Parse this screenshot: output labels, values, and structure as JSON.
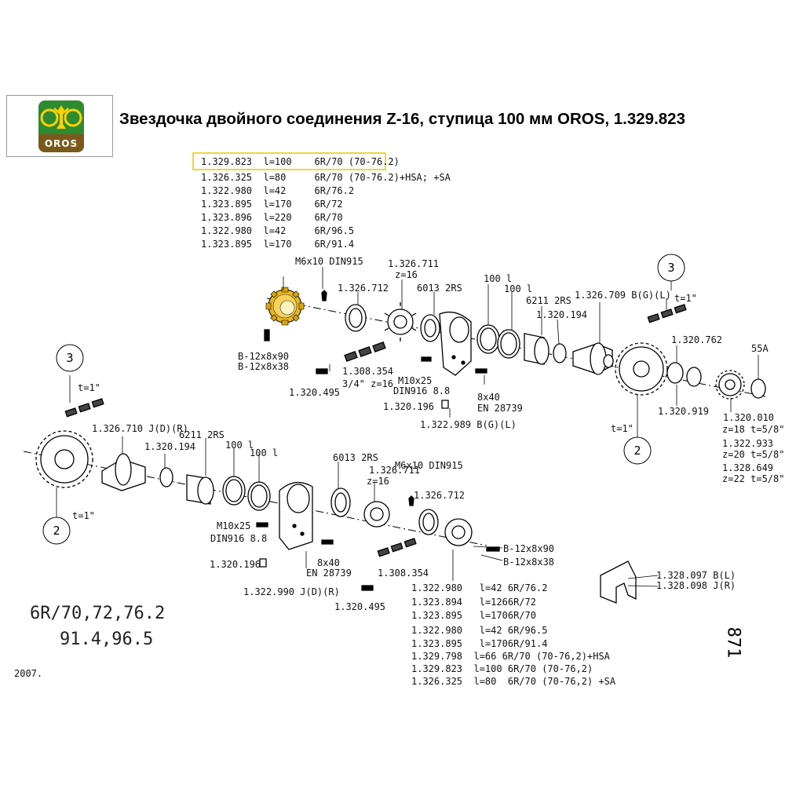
{
  "title": "Звездочка двойного соединения Z-16, ступица 100 мм OROS, 1.329.823",
  "logo": {
    "text": "OROS",
    "colors": {
      "top": "#2e8b30",
      "bottom": "#7a5a1c",
      "accent": "#ffd200"
    }
  },
  "highlight_color": "#f2d43a",
  "top_table": [
    {
      "code": "1.329.823",
      "length": "l=100",
      "spec": "6R/70 (70-76.2)"
    },
    {
      "code": "1.326.325",
      "length": "l=80",
      "spec": "6R/70 (70-76.2)+HSA; +SA"
    },
    {
      "code": "1.322.980",
      "length": "l=42",
      "spec": "6R/76.2"
    },
    {
      "code": "1.323.895",
      "length": "l=170",
      "spec": "6R/72"
    },
    {
      "code": "1.323.896",
      "length": "l=220",
      "spec": "6R/70"
    },
    {
      "code": "1.322.980",
      "length": "l=42",
      "spec": "6R/96.5"
    },
    {
      "code": "1.323.895",
      "length": "l=170",
      "spec": "6R/91.4"
    }
  ],
  "bottom_table": [
    {
      "code": "1.322.980",
      "length": "l=42",
      "spec": "6R/76.2"
    },
    {
      "code": "1.323.894",
      "length": "l=126",
      "spec": "6R/72"
    },
    {
      "code": "1.323.895",
      "length": "l=170",
      "spec": "6R/70"
    },
    {
      "code": "1.322.980",
      "length": "l=42",
      "spec": "6R/96.5"
    },
    {
      "code": "1.323.895",
      "length": "l=170",
      "spec": "6R/91.4"
    },
    {
      "code": "1.329.798",
      "length": "l=66",
      "spec": "6R/70 (70-76,2)+HSA"
    },
    {
      "code": "1.329.823",
      "length": "l=100",
      "spec": "6R/70 (70-76,2)"
    },
    {
      "code": "1.326.325",
      "length": "l=80",
      "spec": "6R/70 (70-76,2) +SA"
    }
  ],
  "labels": {
    "m6_top": "M6x10 DIN915",
    "p1326712_top": "1.326.712",
    "p1326711_top": "1.326.711",
    "z16_top": "z=16",
    "b6013_top": "6013 2RS",
    "l100_a": "100 l",
    "l100_b": "100 l",
    "b6211_top": "6211 2RS",
    "p1326709": "1.326.709 B(G)(L)",
    "p1320194_top": "1.320.194",
    "p1320762": "1.320.762",
    "t1_top_right": "t=1\"",
    "p55a": "55A",
    "key_b1": "B-12x8x90",
    "key_b2": "B-12x8x38",
    "p1308354_top": "1.308.354",
    "p1308354_top_sub": "3/4\" z=16",
    "p1320495_top": "1.320.495",
    "m10_top": "M10x25",
    "din916_top": "DIN916 8.8",
    "p1320196_top": "1.320.196",
    "pin8x40_top": "8x40",
    "en28739_top": "EN 28739",
    "p1322989": "1.322.989 B(G)(L)",
    "p1320919": "1.320.919",
    "t1_center": "t=1\"",
    "p1320010": "1.320.010",
    "z18": "z=18 t=5/8\"",
    "p1322933": "1.322.933",
    "z20": "z=20 t=5/8\"",
    "p1328649": "1.328.649",
    "z22": "z=22 t=5/8\"",
    "t1_left_top": "t=1\"",
    "p1326710": "1.326.710 J(D)(R)",
    "b6211_bottom": "6211 2RS",
    "p1320194_bottom": "1.320.194",
    "l100_c": "100 l",
    "l100_d": "100 l",
    "b6013_bottom": "6013 2RS",
    "p1326711_bottom": "1.326.711",
    "z16_bottom": "z=16",
    "m6_bottom": "M6x10 DIN915",
    "p1326712_bottom": "1.326.712",
    "t1_left_bottom": "t=1\"",
    "m10_bottom": "M10x25",
    "din916_bottom": "DIN916 8.8",
    "p1320196_bottom": "1.320.196",
    "pin8x40_bottom": "8x40",
    "en28739_bottom": "EN 28739",
    "p1308354_bottom": "1.308.354",
    "key_b3": "B-12x8x90",
    "key_b4": "B-12x8x38",
    "p1322990": "1.322.990 J(D)(R)",
    "p1320495_bottom": "1.320.495",
    "p1328097": "1.328.097 B(L)",
    "p1328098": "1.328.098 J(R)",
    "circle_3_right": "3",
    "circle_2_right": "2",
    "circle_3_left": "3",
    "circle_2_left": "2",
    "range_line1": "6R/70,72,76.2",
    "range_line2": "91.4,96.5",
    "year": "2007.",
    "page_number": "871"
  }
}
